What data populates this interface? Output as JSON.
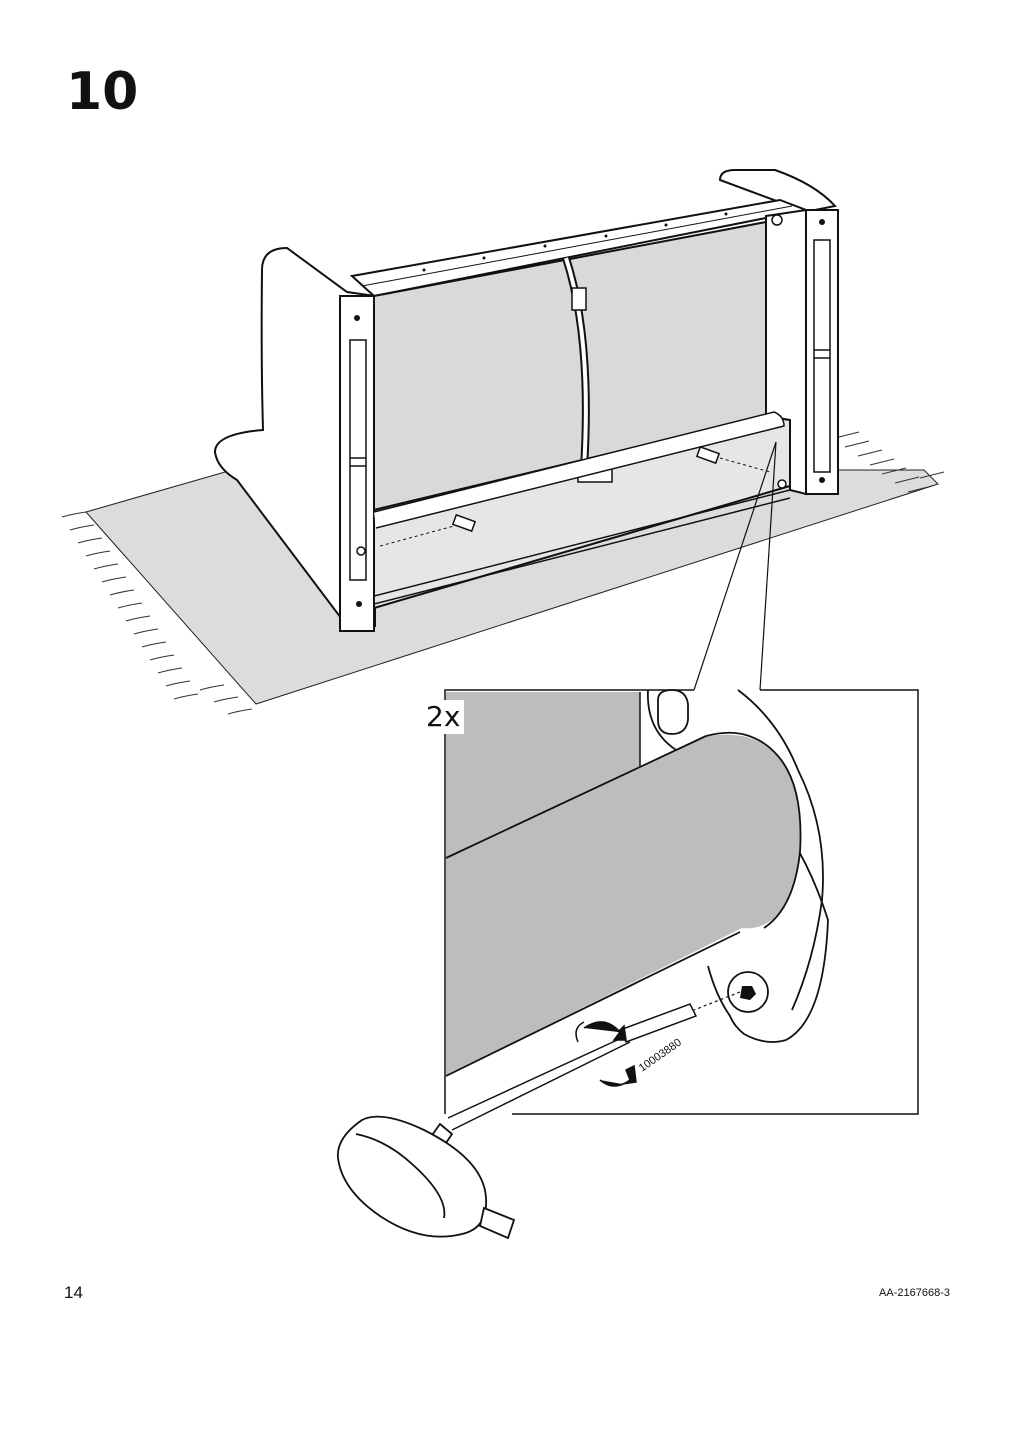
{
  "step": {
    "number": "10"
  },
  "detail": {
    "quantity": "2x",
    "tool_code": "10003880"
  },
  "footer": {
    "page_number": "14",
    "document_code": "AA-2167668-3"
  },
  "colors": {
    "ink": "#111111",
    "fabric_fill": "#d9d9d9",
    "detail_fill": "#bdbdbd",
    "rug_fill": "#dcdcdc"
  },
  "icons": [
    "sofa-frame-illustration",
    "rug-illustration",
    "allen-key-icon",
    "rotate-arrow-icon"
  ]
}
